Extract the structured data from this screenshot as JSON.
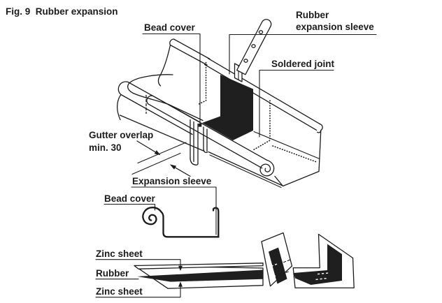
{
  "figure": {
    "title": "Fig. 9  Rubber expansion"
  },
  "labels": {
    "bead_cover_top": "Bead cover",
    "rubber_sleeve_line1": "Rubber",
    "rubber_sleeve_line2": "expansion sleeve",
    "soldered_joint": "Soldered joint",
    "gutter_overlap_line1": "Gutter overlap",
    "gutter_overlap_line2": "min. 30",
    "expansion_sleeve": "Expansion sleeve",
    "bead_cover_profile": "Bead cover",
    "zinc_sheet_top": "Zinc sheet",
    "rubber_layer": "Rubber",
    "zinc_sheet_bottom": "Zinc sheet"
  },
  "colors": {
    "ink": "#1b1b1b",
    "rubber_fill": "#1f1f1f",
    "background": "#ffffff"
  }
}
